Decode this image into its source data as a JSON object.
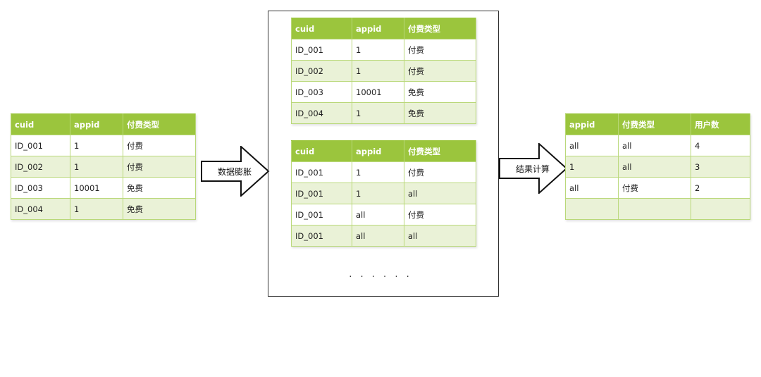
{
  "left_table": {
    "headers": [
      "cuid",
      "appid",
      "付费类型"
    ],
    "rows": [
      [
        "ID_001",
        "1",
        "付费"
      ],
      [
        "ID_002",
        "1",
        "付费"
      ],
      [
        "ID_003",
        "10001",
        "免费"
      ],
      [
        "ID_004",
        "1",
        "免费"
      ]
    ]
  },
  "arrow_1": {
    "label": "数据膨胀"
  },
  "middle": {
    "table_1": {
      "headers": [
        "cuid",
        "appid",
        "付费类型"
      ],
      "rows": [
        [
          "ID_001",
          "1",
          "付费"
        ],
        [
          "ID_002",
          "1",
          "付费"
        ],
        [
          "ID_003",
          "10001",
          "免费"
        ],
        [
          "ID_004",
          "1",
          "免费"
        ]
      ]
    },
    "table_2": {
      "headers": [
        "cuid",
        "appid",
        "付费类型"
      ],
      "rows": [
        [
          "ID_001",
          "1",
          "付费"
        ],
        [
          "ID_001",
          "1",
          "all"
        ],
        [
          "ID_001",
          "all",
          "付费"
        ],
        [
          "ID_001",
          "all",
          "all"
        ]
      ]
    },
    "ellipsis": ". . .   . . ."
  },
  "arrow_2": {
    "label": "结果计算"
  },
  "right_table": {
    "headers": [
      "appid",
      "付费类型",
      "用户数"
    ],
    "rows": [
      [
        "all",
        "all",
        "4"
      ],
      [
        "1",
        "all",
        "3"
      ],
      [
        "all",
        "付费",
        "2"
      ],
      [
        "",
        "",
        ""
      ]
    ]
  },
  "colors": {
    "header_green": "#9bc53d",
    "row_alt": "#eaf2d7",
    "row_border": "#b9d879"
  }
}
